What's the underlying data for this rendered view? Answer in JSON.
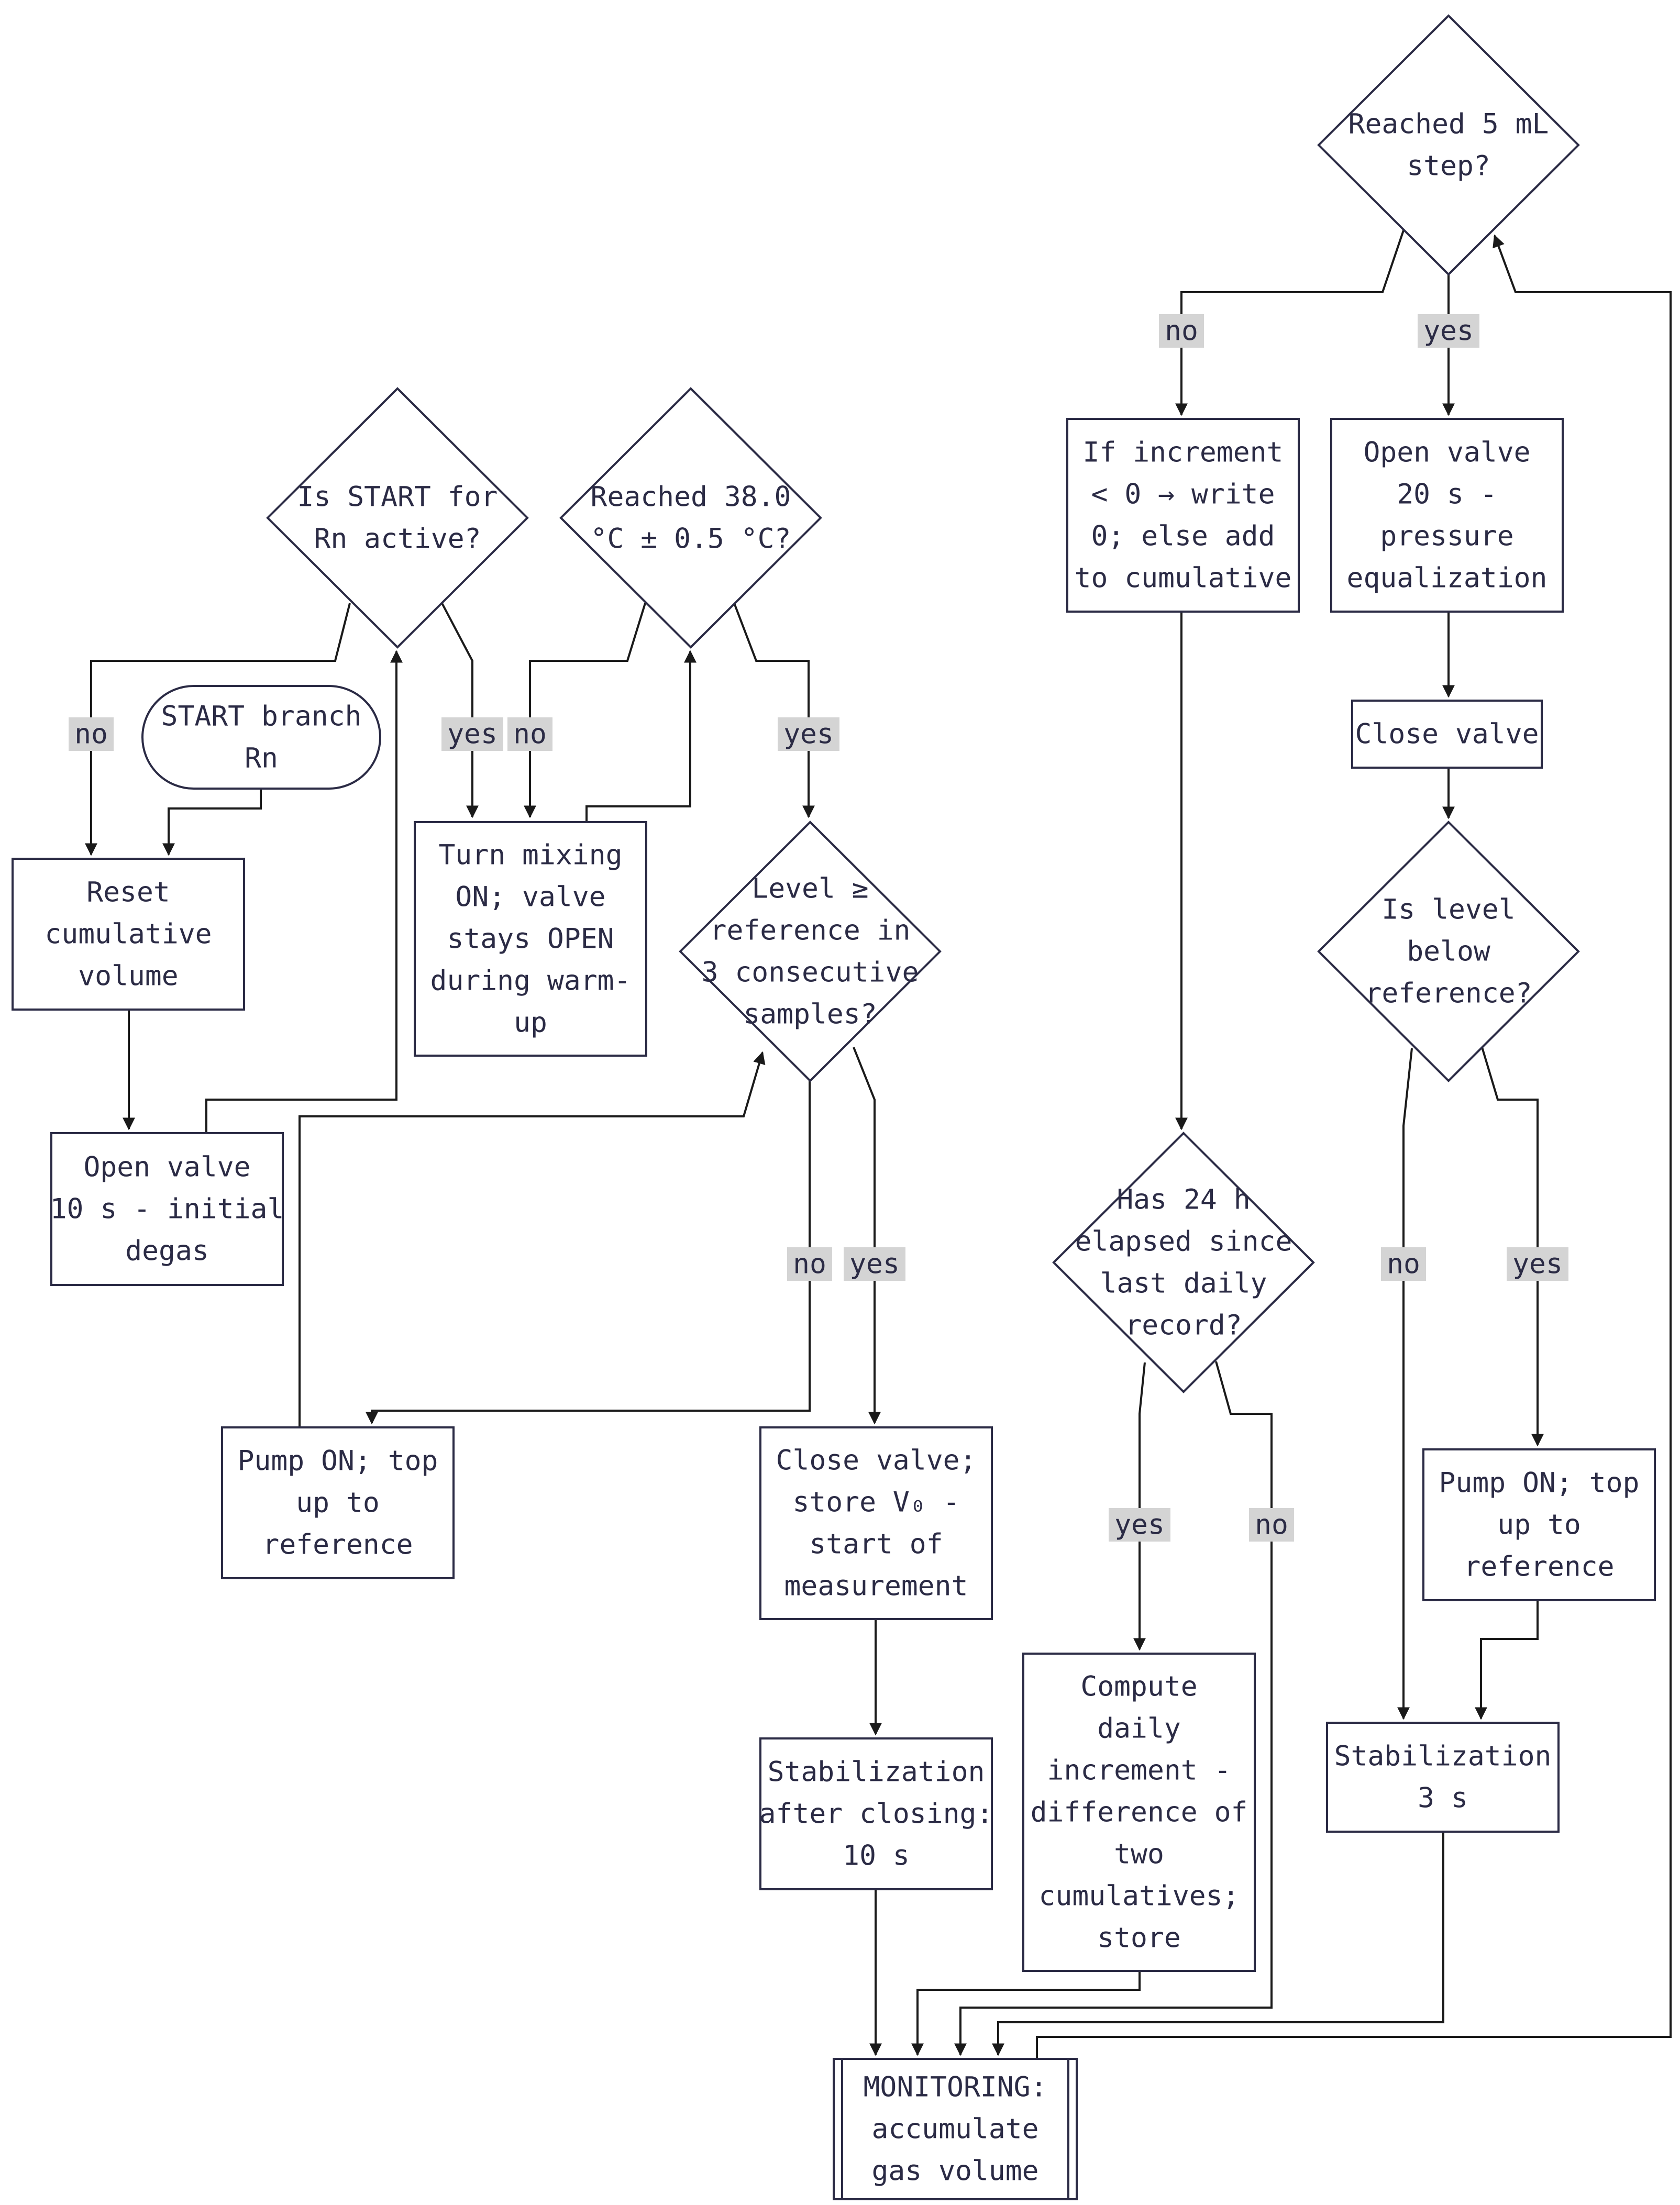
{
  "nodes": {
    "start_rn": {
      "label": "START branch Rn",
      "lines": [
        "START branch",
        "Rn"
      ]
    },
    "q_start_active": {
      "label": "Is START for Rn active?",
      "lines": [
        "Is START for",
        "Rn active?"
      ]
    },
    "reset_cumulative": {
      "label": "Reset cumulative volume",
      "lines": [
        "Reset",
        "cumulative",
        "volume"
      ]
    },
    "open_valve_degas": {
      "label": "Open valve 10 s - initial degas",
      "lines": [
        "Open valve",
        "10 s - initial",
        "degas"
      ]
    },
    "q_temp": {
      "label": "Reached 38.0 °C ± 0.5 °C?",
      "lines": [
        "Reached 38.0",
        "°C ± 0.5 °C?"
      ]
    },
    "mixing_on": {
      "label": "Turn mixing ON; valve stays OPEN during warm-up",
      "lines": [
        "Turn mixing",
        "ON; valve",
        "stays OPEN",
        "during warm-",
        "up"
      ]
    },
    "q_level_ref": {
      "label": "Level ≥ reference in 3 consecutive samples?",
      "lines": [
        "Level ≥",
        "reference in",
        "3 consecutive",
        "samples?"
      ]
    },
    "pump_on_left": {
      "label": "Pump ON; top up to reference",
      "lines": [
        "Pump ON; top",
        "up to",
        "reference"
      ]
    },
    "close_valve_store": {
      "label": "Close valve; store V₀ - start of measurement",
      "lines": [
        "Close valve;",
        "store V₀ -",
        "start of",
        "measurement"
      ]
    },
    "stab_10s": {
      "label": "Stabilization after closing: 10 s",
      "lines": [
        "Stabilization",
        "after closing:",
        "10 s"
      ]
    },
    "monitoring": {
      "label": "MONITORING: accumulate gas volume",
      "lines": [
        "MONITORING:",
        "accumulate",
        "gas volume"
      ]
    },
    "q_5ml": {
      "label": "Reached 5 mL step?",
      "lines": [
        "Reached 5 mL",
        "step?"
      ]
    },
    "if_increment": {
      "label": "If increment < 0 → write 0; else add to cumulative",
      "lines": [
        "If increment",
        "< 0 → write",
        "0; else add",
        "to cumulative"
      ]
    },
    "open_valve_20s": {
      "label": "Open valve 20 s - pressure equalization",
      "lines": [
        "Open valve",
        "20 s -",
        "pressure",
        "equalization"
      ]
    },
    "close_valve": {
      "label": "Close valve",
      "lines": [
        "Close valve"
      ]
    },
    "q_level_below": {
      "label": "Is level below reference?",
      "lines": [
        "Is level",
        "below",
        "reference?"
      ]
    },
    "q_24h": {
      "label": "Has 24 h elapsed since last daily record?",
      "lines": [
        "Has 24 h",
        "elapsed since",
        "last daily",
        "record?"
      ]
    },
    "pump_on_right": {
      "label": "Pump ON; top up to reference",
      "lines": [
        "Pump ON; top",
        "up to",
        "reference"
      ]
    },
    "compute_daily": {
      "label": "Compute daily increment - difference of two cumulatives; store",
      "lines": [
        "Compute",
        "daily",
        "increment -",
        "difference of",
        "two",
        "cumulatives;",
        "store"
      ]
    },
    "stab_3s": {
      "label": "Stabilization 3 s",
      "lines": [
        "Stabilization",
        "3 s"
      ]
    }
  },
  "edge_labels": {
    "e_start_no": "no",
    "e_start_yes": "yes",
    "e_temp_no": "no",
    "e_temp_yes": "yes",
    "e_level_no": "no",
    "e_level_yes": "yes",
    "e_5ml_no": "no",
    "e_5ml_yes": "yes",
    "e_below_no": "no",
    "e_below_yes": "yes",
    "e_24h_yes": "yes",
    "e_24h_no": "no"
  }
}
